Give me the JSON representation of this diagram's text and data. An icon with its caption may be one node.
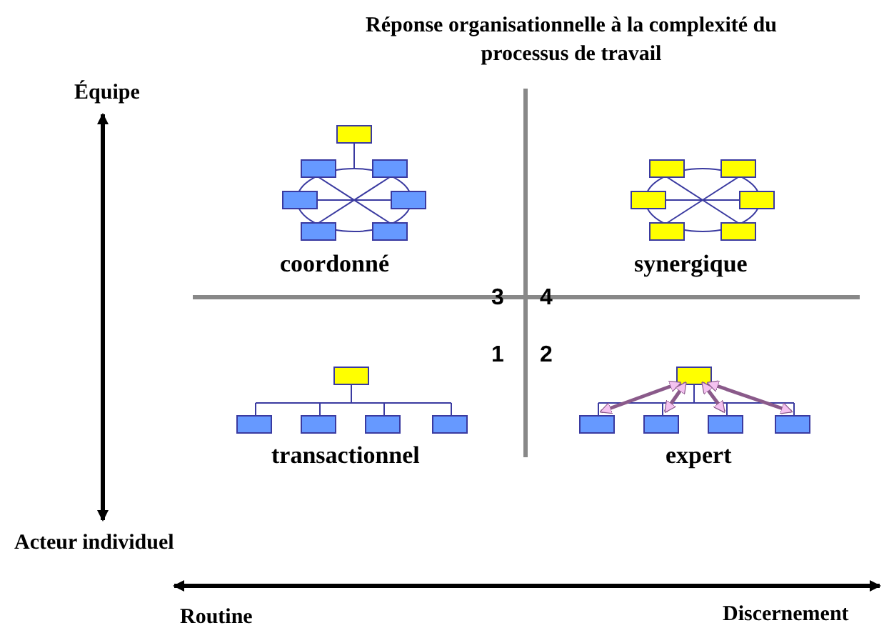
{
  "diagram": {
    "title": "Réponse organisationnelle à la complexité du processus de travail",
    "labels": [
      "Équipe",
      "coordonné",
      "synergique",
      "3",
      "4",
      "1",
      "2",
      "transactionnel",
      "expert",
      "Acteur individuel",
      "Routine",
      "Discernement"
    ]
  }
}
